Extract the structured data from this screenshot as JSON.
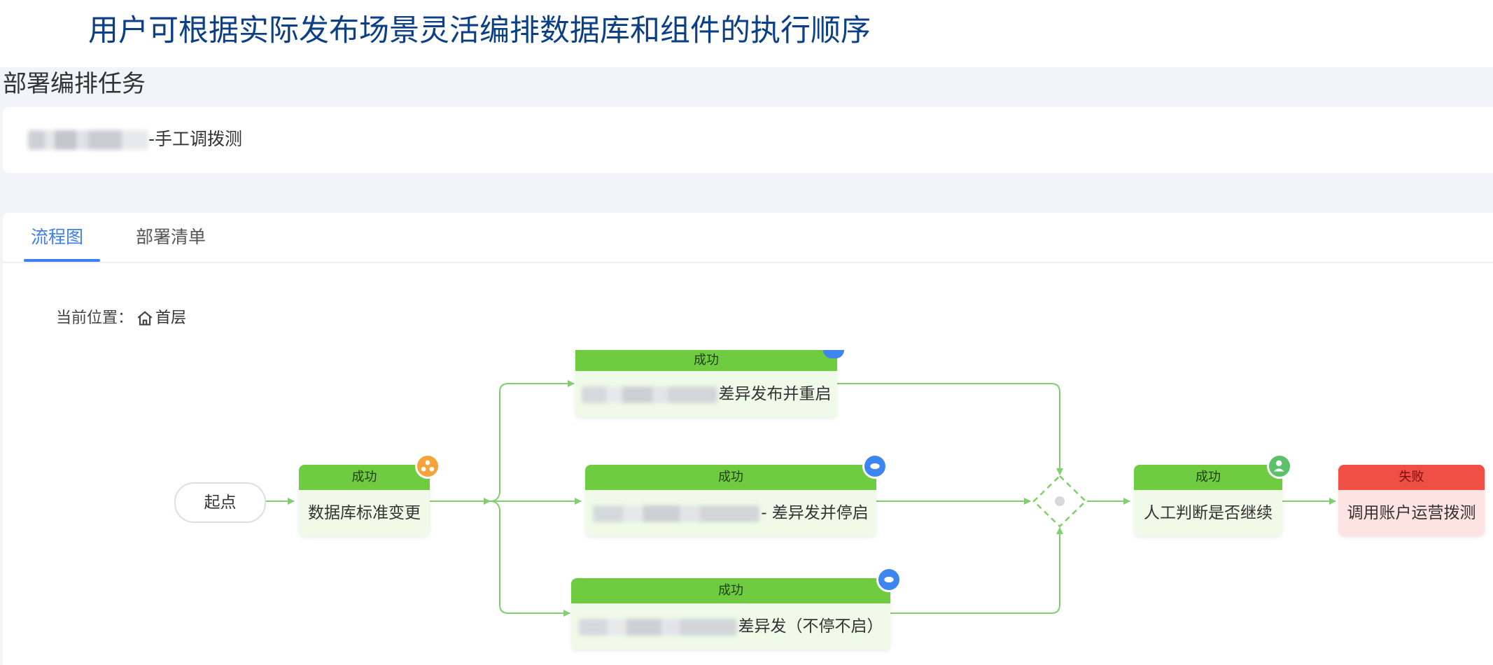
{
  "banner": {
    "title": "用户可根据实际发布场景灵活编排数据库和组件的执行顺序"
  },
  "page": {
    "heading": "部署编排任务"
  },
  "task": {
    "name_suffix": "-手工调拨测"
  },
  "tabs": [
    {
      "label": "流程图",
      "active": true
    },
    {
      "label": "部署清单",
      "active": false
    }
  ],
  "location": {
    "label": "当前位置：",
    "current": "首层"
  },
  "flow": {
    "start": "起点",
    "nodes": {
      "db_change": {
        "status": "成功",
        "name": "数据库标准变更"
      },
      "top_branch": {
        "status": "成功",
        "name": "差异发布并重启"
      },
      "mid_branch": {
        "status": "成功",
        "name": "- 差异发并停启"
      },
      "bottom_branch": {
        "status": "成功",
        "name": "差异发（不停不启）"
      },
      "manual_judge": {
        "status": "成功",
        "name": "人工判断是否继续"
      },
      "call_test": {
        "status": "失败",
        "name": "调用账户运营拨测"
      }
    }
  },
  "colors": {
    "success": "#6fcb3f",
    "fail": "#f04f45",
    "accent": "#3d7ef0",
    "line": "#7fd06a",
    "badge_orange": "#f5a43a",
    "badge_blue": "#3d86f0",
    "badge_green": "#5cc06a"
  },
  "icons": {
    "home": "home-icon",
    "db_badge": "database-group-icon",
    "component_badge": "component-icon",
    "manual_badge": "user-icon"
  }
}
